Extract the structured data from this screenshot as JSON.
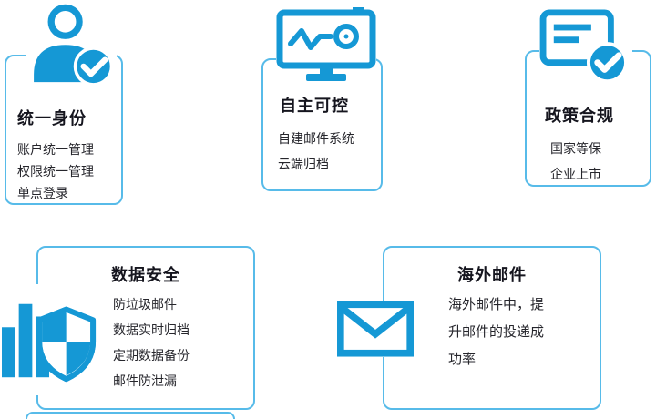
{
  "colors": {
    "accent": "#1598d5",
    "card_border": "#57bbe9",
    "title_text": "#15151e",
    "body_text": "#26262c"
  },
  "cards": [
    {
      "title": "统一身份",
      "icon": "user-check-icon",
      "lines": [
        "账户统一管理",
        "权限统一管理",
        "单点登录"
      ]
    },
    {
      "title": "自主可控",
      "icon": "monitor-pulse-icon",
      "lines": [
        "自建邮件系统",
        "云端归档"
      ]
    },
    {
      "title": "政策合规",
      "icon": "license-check-icon",
      "lines": [
        "国家等保",
        "企业上市"
      ]
    },
    {
      "title": "数据安全",
      "icon": "barchart-shield-icon",
      "lines": [
        "防垃圾邮件",
        "数据实时归档",
        "定期数据备份",
        "邮件防泄漏"
      ]
    },
    {
      "title": "海外邮件",
      "icon": "envelope-icon",
      "lines": [
        "海外邮件中，提",
        "升邮件的投递成",
        "功率"
      ]
    }
  ]
}
